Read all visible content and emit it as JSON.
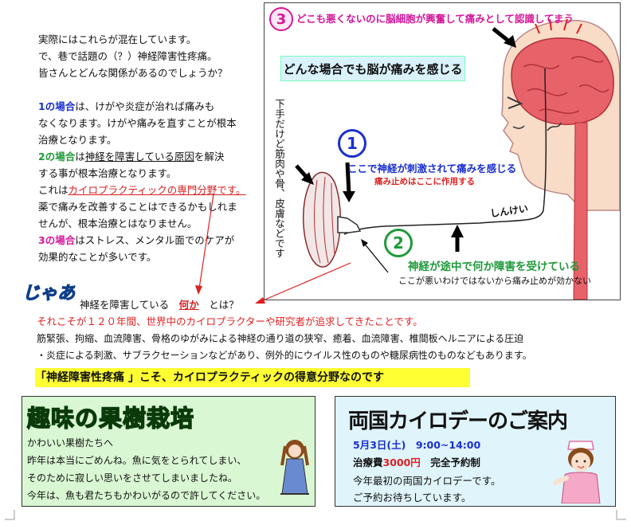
{
  "intro": {
    "line1": "実際にはこれらが混在しています。",
    "line2": "で、巷で話題の（？）神経障害性疼痛。",
    "line3": "皆さんとどんな関係があるのでしょうか？"
  },
  "cases": {
    "c1_label": "1の場合",
    "c1_a": "は、けがや炎症が治れば痛みも",
    "c1_b": "なくなります。けがや痛みを直すことが根本",
    "c1_c": "治療となります。",
    "c2_label": "2の場合",
    "c2_a1": "は",
    "c2_a_ul": "神経を障害している原因",
    "c2_a2": "を解決",
    "c2_b": "する事が根本治療となります。",
    "c2_c1": "これは",
    "c2_c_red": "カイロプラクティックの専門分野です。",
    "c2_d": "薬で痛みを改善することはできるかもしれま",
    "c2_e": "せんが、根本治療とはなりません。",
    "c3_label": "3の場合",
    "c3_a": "はストレス、メンタル面でのケアが",
    "c3_b": "効果的なことが多いです。"
  },
  "diagram": {
    "n3": "3",
    "title3": "どこも悪くないのに脳細胞が興奮して痛みとして認識してまう",
    "banner": "どんな場合でも脳が痛みを感じる",
    "vertical": "下手だけど筋肉や骨、皮膚などです",
    "n1": "1",
    "t1": "ここで神経が刺激されて痛みを感じる",
    "t1b": "痛み止めはここに作用する",
    "nerve": "しんけい",
    "n2": "2",
    "t2": "神経が途中で何か障害を受けている",
    "t2b": "ここが悪いわけではないから痛み止めが効かない"
  },
  "jaa": {
    "logo": "じゃあ",
    "q1": "神経を障害している",
    "q_red": "何か",
    "q2": "とは？"
  },
  "body": {
    "line1": "それこそが１２０年間、世界中のカイロプラクターや研究者が追求してきたことです。",
    "line2": "筋緊張、拘縮、血流障害、骨格のゆがみによる神経の通り道の狭窄、癒着、血流障害、椎間板ヘルニアによる圧迫",
    "line3": "・炎症による刺激、サブラクセーションなどがあり、例外的にウイルス性のものや糖尿病性のものなどもあります。",
    "highlight": "「神経障害性疼痛 」こそ、カイロプラクティックの得意分野なのです"
  },
  "fruit": {
    "title": "趣味の果樹栽培",
    "l1": "かわいい果樹たちへ",
    "l2": "昨年は本当にごめんね。魚に気をとられてしまい、",
    "l3": "そのために寂しい思いをさせてしまいましたね。",
    "l4": "今年は、魚も君たちもかわいがるので許してください。"
  },
  "ryogoku": {
    "title": "両国カイロデーのご案内",
    "date": "5月3日(土)　9:00~14:00",
    "fee_label": "治療費",
    "fee_value": "3000円",
    "reserve": "　完全予約制",
    "l3": "今年最初の両国カイロデーです。",
    "l4": "ご予約お待ちしています。"
  },
  "colors": {
    "blue": "#1a2fcf",
    "green": "#1f9a3a",
    "magenta": "#d4179a",
    "red": "#e02020",
    "highlight": "#ffff33",
    "fruit_bg": "#d9f7d3",
    "ryogoku_bg": "#dff4fb"
  }
}
